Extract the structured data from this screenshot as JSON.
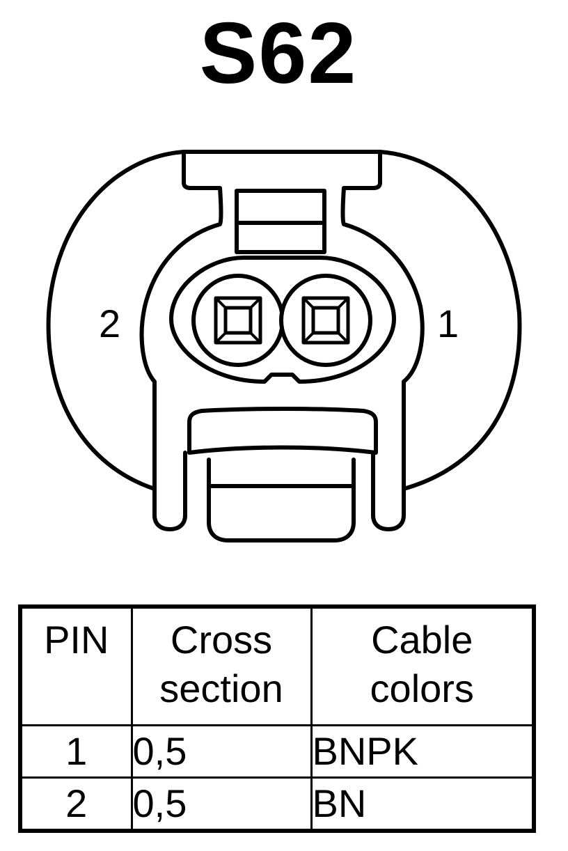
{
  "connector": {
    "title": "S62",
    "pin_labels": [
      "1",
      "2"
    ]
  },
  "table": {
    "headers": [
      [
        "PIN"
      ],
      [
        "Cross",
        "section"
      ],
      [
        "Cable",
        "colors"
      ]
    ],
    "rows": [
      {
        "pin": "1",
        "cross_section": "0,5",
        "cable_color": "BNPK"
      },
      {
        "pin": "2",
        "cross_section": "0,5",
        "cable_color": "BN"
      }
    ]
  }
}
